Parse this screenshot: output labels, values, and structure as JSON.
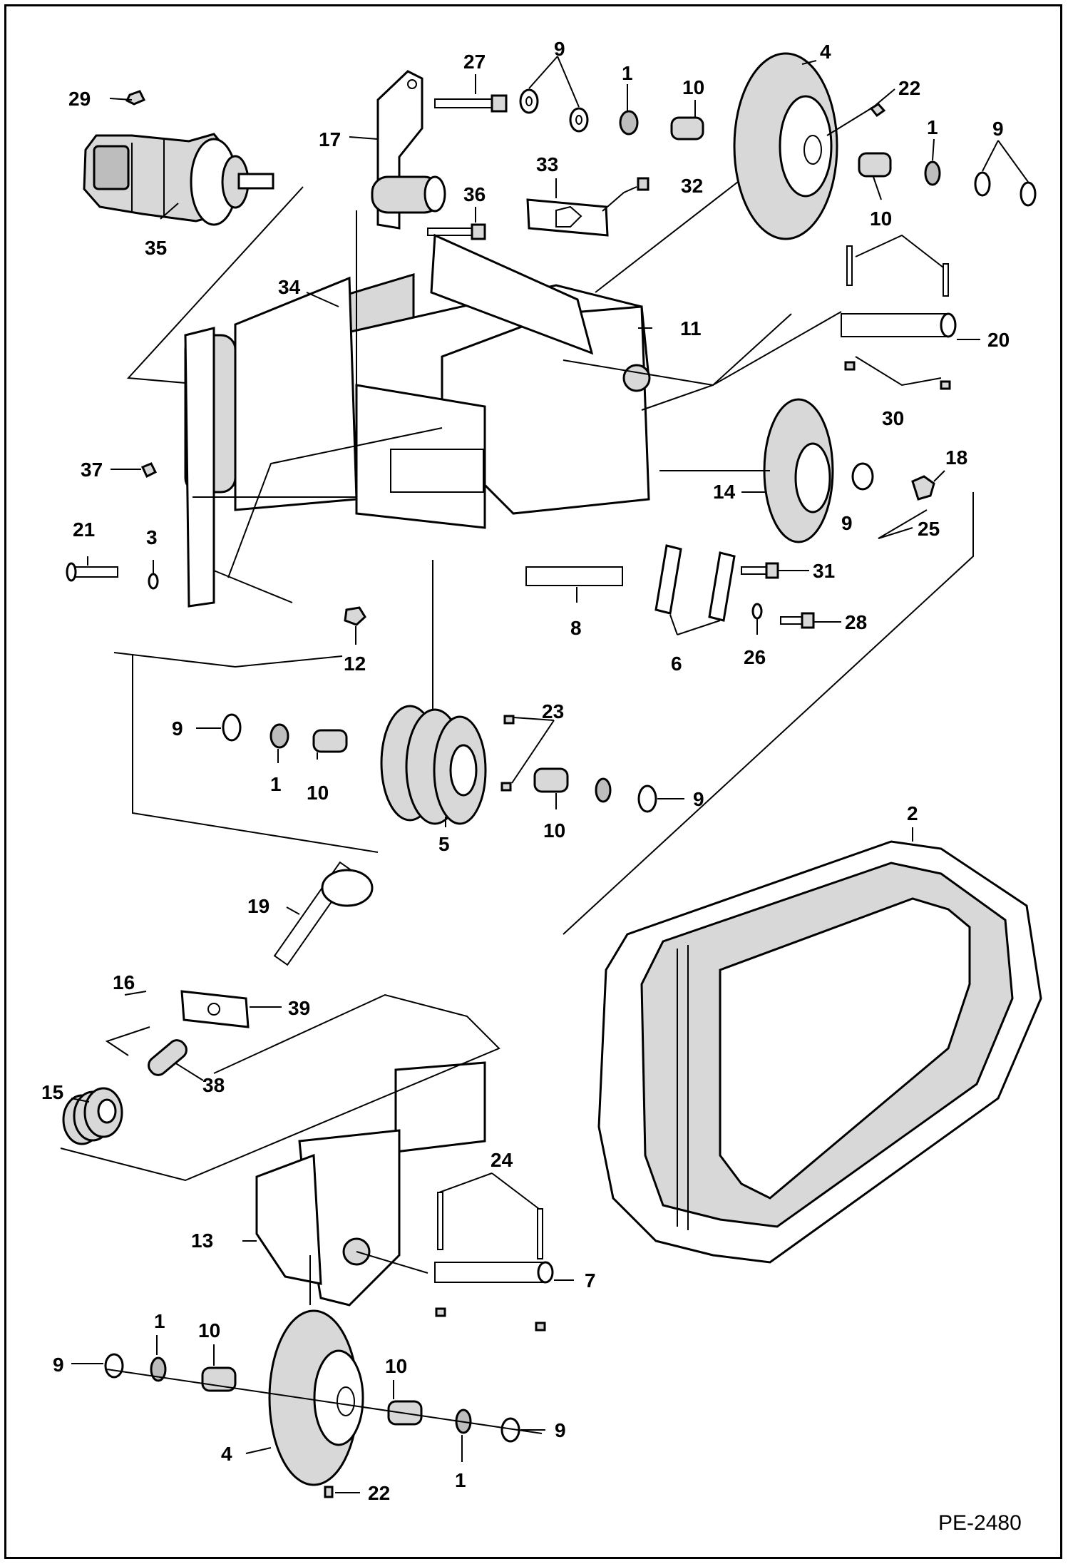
{
  "diagram": {
    "reference": "PE-2480",
    "callouts": [
      {
        "id": "c29",
        "text": "29"
      },
      {
        "id": "c35",
        "text": "35"
      },
      {
        "id": "c17",
        "text": "17"
      },
      {
        "id": "c27",
        "text": "27"
      },
      {
        "id": "c36",
        "text": "36"
      },
      {
        "id": "c9a",
        "text": "9"
      },
      {
        "id": "c1a",
        "text": "1"
      },
      {
        "id": "c10a",
        "text": "10"
      },
      {
        "id": "c4a",
        "text": "4"
      },
      {
        "id": "c22a",
        "text": "22"
      },
      {
        "id": "c1b",
        "text": "1"
      },
      {
        "id": "c9b",
        "text": "9"
      },
      {
        "id": "c10b",
        "text": "10"
      },
      {
        "id": "c33",
        "text": "33"
      },
      {
        "id": "c32",
        "text": "32"
      },
      {
        "id": "c34",
        "text": "34"
      },
      {
        "id": "c11",
        "text": "11"
      },
      {
        "id": "c20",
        "text": "20"
      },
      {
        "id": "c30",
        "text": "30"
      },
      {
        "id": "c37",
        "text": "37"
      },
      {
        "id": "c18",
        "text": "18"
      },
      {
        "id": "c14",
        "text": "14"
      },
      {
        "id": "c9c",
        "text": "9"
      },
      {
        "id": "c25",
        "text": "25"
      },
      {
        "id": "c21",
        "text": "21"
      },
      {
        "id": "c3",
        "text": "3"
      },
      {
        "id": "c31",
        "text": "31"
      },
      {
        "id": "c8",
        "text": "8"
      },
      {
        "id": "c28",
        "text": "28"
      },
      {
        "id": "c12",
        "text": "12"
      },
      {
        "id": "c26",
        "text": "26"
      },
      {
        "id": "c6",
        "text": "6"
      },
      {
        "id": "c23",
        "text": "23"
      },
      {
        "id": "c9d",
        "text": "9"
      },
      {
        "id": "c1c",
        "text": "1"
      },
      {
        "id": "c10c",
        "text": "10"
      },
      {
        "id": "c5",
        "text": "5"
      },
      {
        "id": "c10d",
        "text": "10"
      },
      {
        "id": "c9e",
        "text": "9"
      },
      {
        "id": "c2",
        "text": "2"
      },
      {
        "id": "c19",
        "text": "19"
      },
      {
        "id": "c16",
        "text": "16"
      },
      {
        "id": "c39",
        "text": "39"
      },
      {
        "id": "c15",
        "text": "15"
      },
      {
        "id": "c38",
        "text": "38"
      },
      {
        "id": "c24",
        "text": "24"
      },
      {
        "id": "c13",
        "text": "13"
      },
      {
        "id": "c7",
        "text": "7"
      },
      {
        "id": "c1d",
        "text": "1"
      },
      {
        "id": "c10e",
        "text": "10"
      },
      {
        "id": "c9f",
        "text": "9"
      },
      {
        "id": "c10f",
        "text": "10"
      },
      {
        "id": "c9g",
        "text": "9"
      },
      {
        "id": "c4b",
        "text": "4"
      },
      {
        "id": "c1e",
        "text": "1"
      },
      {
        "id": "c22b",
        "text": "22"
      }
    ]
  }
}
